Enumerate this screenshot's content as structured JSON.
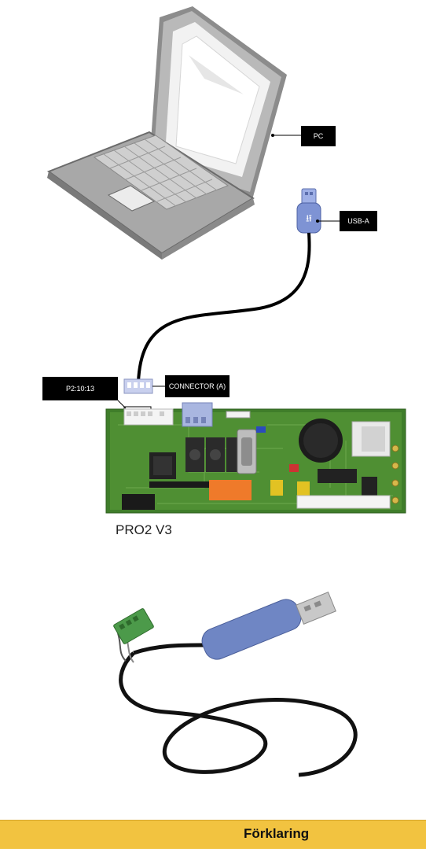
{
  "labels": {
    "pc": "PC",
    "usb": "USB-A",
    "connector": "CONNECTOR (A)",
    "port": "P2:10:13"
  },
  "board_title": "PRO2 V3",
  "legend": {
    "title": "Förklaring"
  },
  "colors": {
    "legend_bar": "#f2c340",
    "callout": "#000000",
    "pcb_green": "#3f7d2a",
    "usb_blue": "#6f86c4"
  }
}
